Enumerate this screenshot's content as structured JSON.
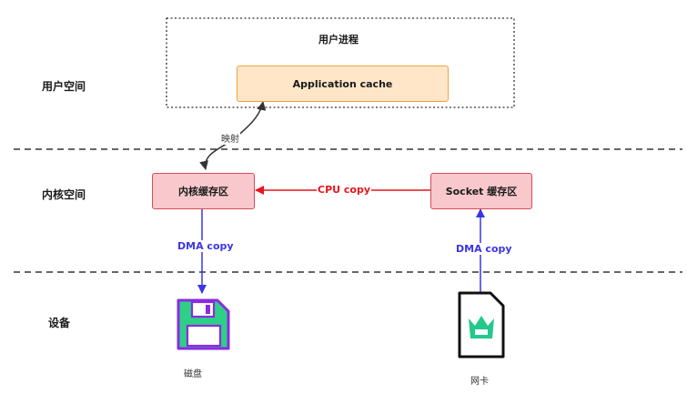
{
  "zones": {
    "user_space": "用户空间",
    "kernel_space": "内核空间",
    "devices": "设备"
  },
  "user_process": {
    "title": "用户进程",
    "app_cache": "Application cache"
  },
  "kernel": {
    "kernel_buffer": "内核缓存区",
    "socket_buffer": "Socket 缓存区"
  },
  "edges": {
    "mmap": "映射",
    "cpu_copy": "CPU copy",
    "dma_copy_disk": "DMA copy",
    "dma_copy_nic": "DMA copy"
  },
  "devices": {
    "disk": "磁盘",
    "nic": "网卡"
  },
  "colors": {
    "cpu_copy": "#e8141e",
    "dma_copy": "#3b35e6",
    "mmap_arrow": "#333333",
    "kernel_fill": "#f8c8cc",
    "kernel_border": "#d94a55",
    "app_fill": "#ffe6c9",
    "app_border": "#f0a23a",
    "disk_green": "#2ecf86",
    "disk_purple": "#8a2be2",
    "nic_green": "#22c98a"
  },
  "icons": {
    "disk": "floppy-disk-icon",
    "nic": "network-card-icon"
  }
}
